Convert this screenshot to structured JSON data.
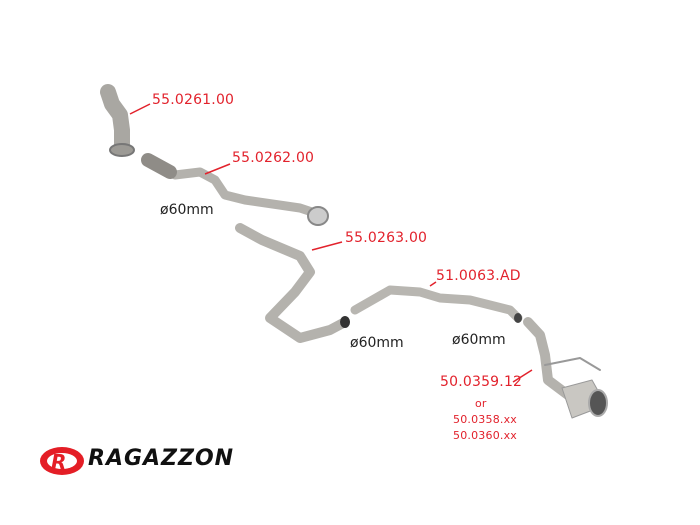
{
  "parts": [
    {
      "code": "55.0261.00"
    },
    {
      "code": "55.0262.00"
    },
    {
      "code": "55.0263.00"
    },
    {
      "code": "51.0063.AD"
    },
    {
      "code": "50.0359.12"
    }
  ],
  "alternatives": {
    "or_label": "or",
    "codes": [
      "50.0358.xx",
      "50.0360.xx"
    ]
  },
  "diameters": [
    "ø60mm",
    "ø60mm",
    "ø60mm"
  ],
  "logo": {
    "brand": "RAGAZZON"
  },
  "colors": {
    "label": "#e2222c",
    "pipe": "#b4b2ad",
    "logo_red": "#e41e26"
  }
}
